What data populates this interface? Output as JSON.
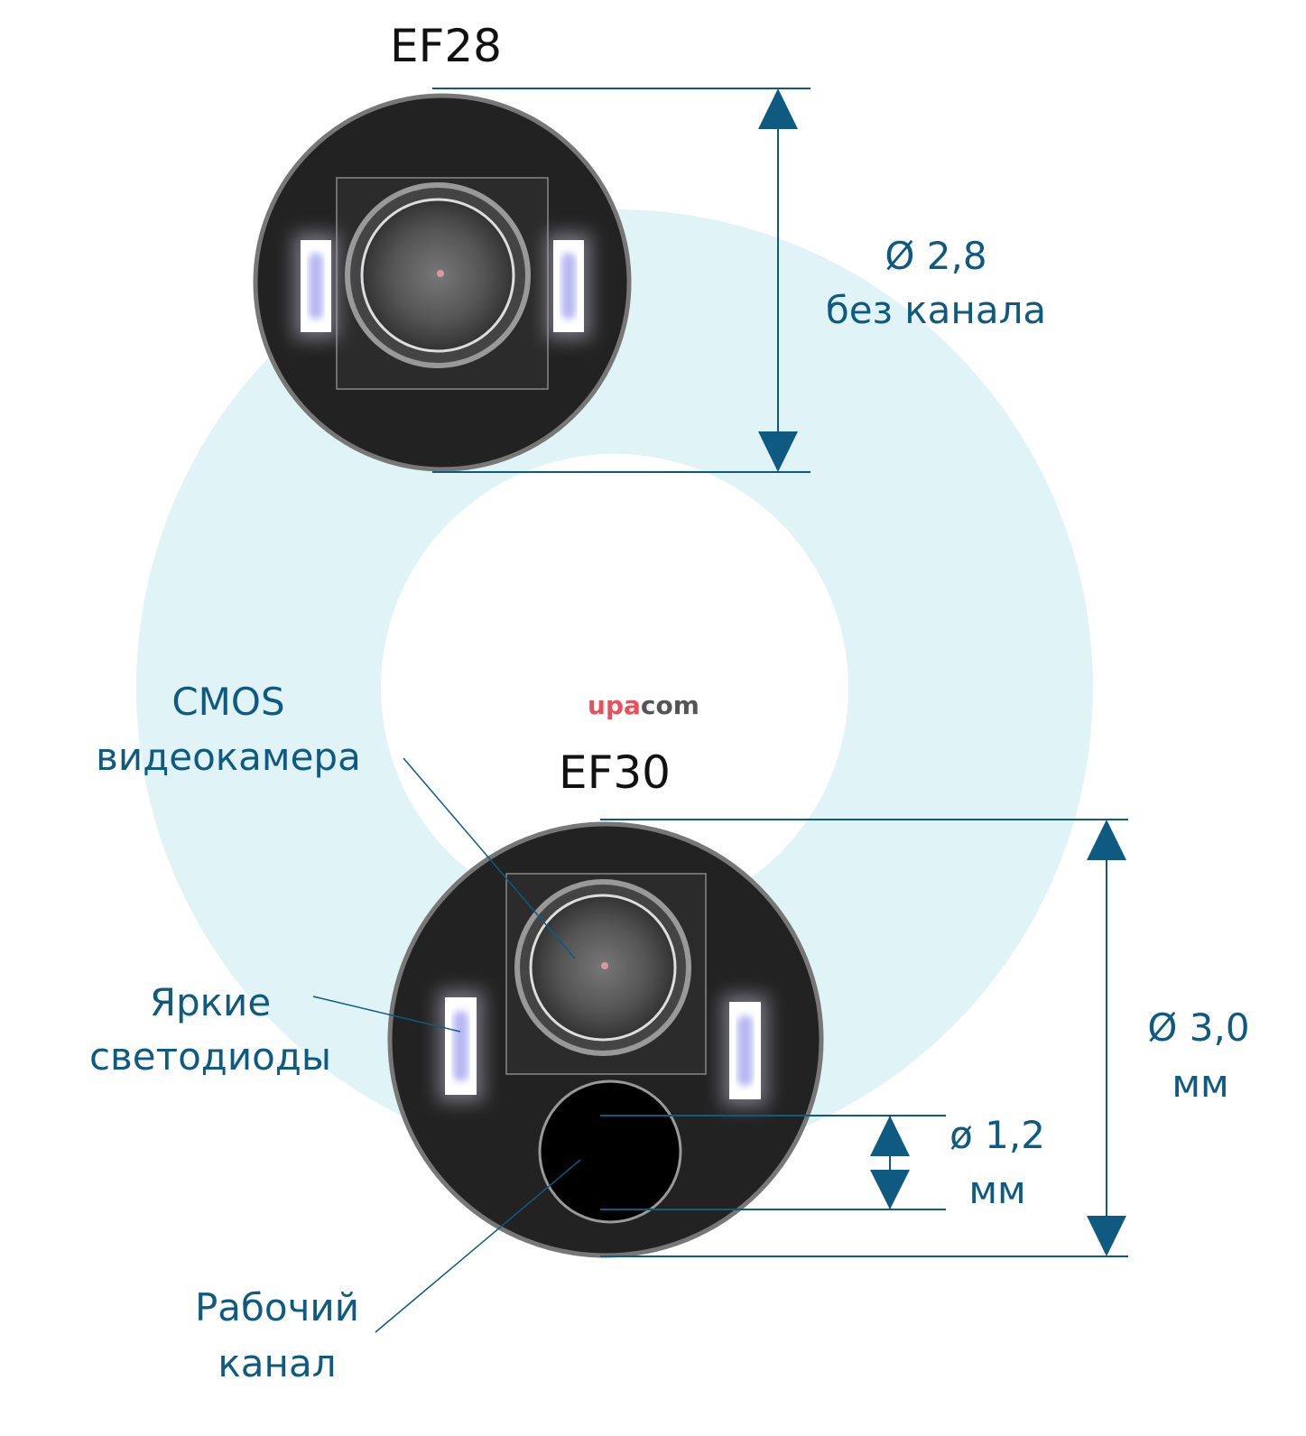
{
  "models": {
    "ef28": {
      "title": "EF28",
      "diameter": "Ø 2,8",
      "note": "без канала"
    },
    "ef30": {
      "title": "EF30",
      "diameter": "Ø 3,0",
      "unit": "мм",
      "channel_diameter": "ø 1,2",
      "channel_unit": "мм"
    }
  },
  "callouts": {
    "camera": [
      "CMOS",
      "видеокамера"
    ],
    "leds": [
      "Яркие",
      "светодиоды"
    ],
    "channel": [
      "Рабочий",
      "канал"
    ]
  },
  "logo": {
    "text_a": "upa",
    "text_b": "com"
  },
  "colors": {
    "accent": "#0f5a80",
    "ring": "#e0f3f7",
    "logo_red": "#e8505b",
    "logo_gray": "#555555"
  }
}
